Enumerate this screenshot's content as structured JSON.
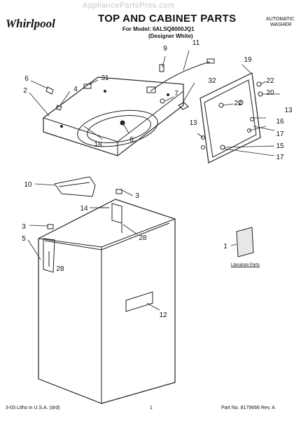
{
  "header": {
    "watermark": "AppliancePartsPros.com",
    "logo": "Whirlpool",
    "title": "TOP AND CABINET PARTS",
    "model_line": "For Model: 6ALSQ8000JQ1",
    "edition": "(Designer White)",
    "category_line1": "AUTOMATIC",
    "category_line2": "WASHER"
  },
  "literature_label": "Literature Parts",
  "footer": {
    "left": "3-03 Litho in U.S.A. (drd)",
    "page": "1",
    "part_number": "Part No. 8179666 Rev. A"
  },
  "callouts": [
    "9",
    "11",
    "31",
    "6",
    "4",
    "2",
    "32",
    "7",
    "19",
    "22",
    "20",
    "22",
    "13",
    "16",
    "17",
    "15",
    "17",
    "13",
    "18",
    "8",
    "10",
    "3",
    "14",
    "28",
    "3",
    "5",
    "28",
    "12",
    "1"
  ]
}
